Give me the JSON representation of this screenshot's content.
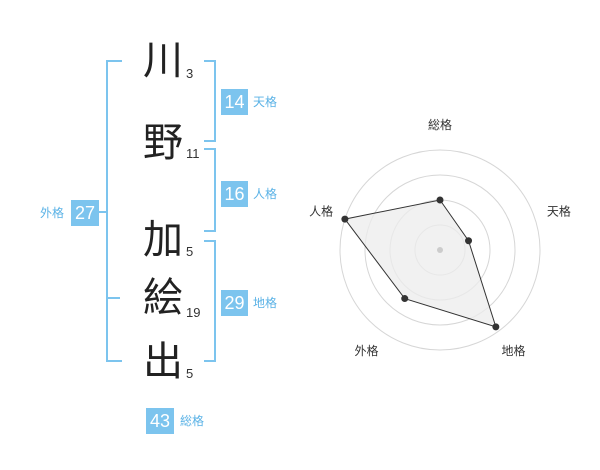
{
  "name": {
    "chars": [
      {
        "char": "川",
        "strokes": "3"
      },
      {
        "char": "野",
        "strokes": "11"
      },
      {
        "char": "加",
        "strokes": "5"
      },
      {
        "char": "絵",
        "strokes": "19"
      },
      {
        "char": "出",
        "strokes": "5"
      }
    ]
  },
  "fortune": {
    "tenkaku": {
      "value": "14",
      "label": "天格"
    },
    "jinkaku": {
      "value": "16",
      "label": "人格"
    },
    "chikaku": {
      "value": "29",
      "label": "地格"
    },
    "gaikaku": {
      "value": "27",
      "label": "外格"
    },
    "soukaku": {
      "value": "43",
      "label": "総格"
    }
  },
  "colors": {
    "accent": "#7cc4ee",
    "badge": "#7cc4ee",
    "label": "#5ab2e6"
  },
  "chart_data": {
    "type": "radar",
    "axes": [
      "総格",
      "天格",
      "地格",
      "外格",
      "人格"
    ],
    "values": [
      0.5,
      0.3,
      0.95,
      0.6,
      1.0
    ],
    "rings": 4,
    "range": [
      0,
      1
    ]
  }
}
